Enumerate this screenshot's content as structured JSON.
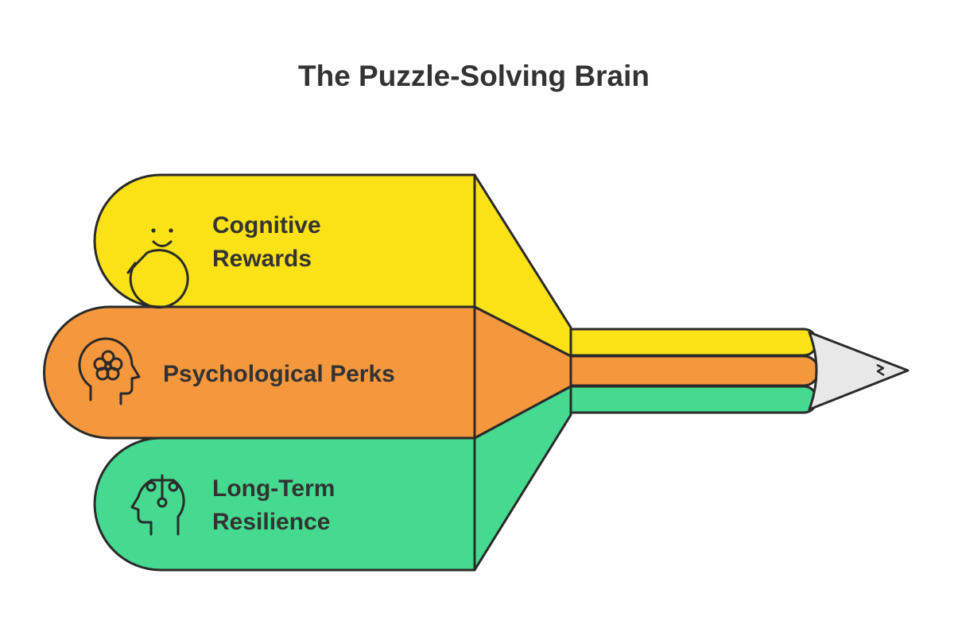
{
  "title": "The Puzzle-Solving Brain",
  "colors": {
    "yellow": "#FBE216",
    "orange": "#F5973C",
    "green": "#45DA8F",
    "pencil_tip": "#E8E8E8",
    "outline": "#2A2A2A",
    "text": "#333333"
  },
  "items": [
    {
      "icon": "chat-bubble-smile-icon",
      "lines": [
        "Cognitive",
        "Rewards"
      ]
    },
    {
      "icon": "head-flower-icon",
      "lines": [
        "Psychological Perks"
      ]
    },
    {
      "icon": "head-balance-scale-icon",
      "lines": [
        "Long-Term",
        "Resilience"
      ]
    }
  ]
}
